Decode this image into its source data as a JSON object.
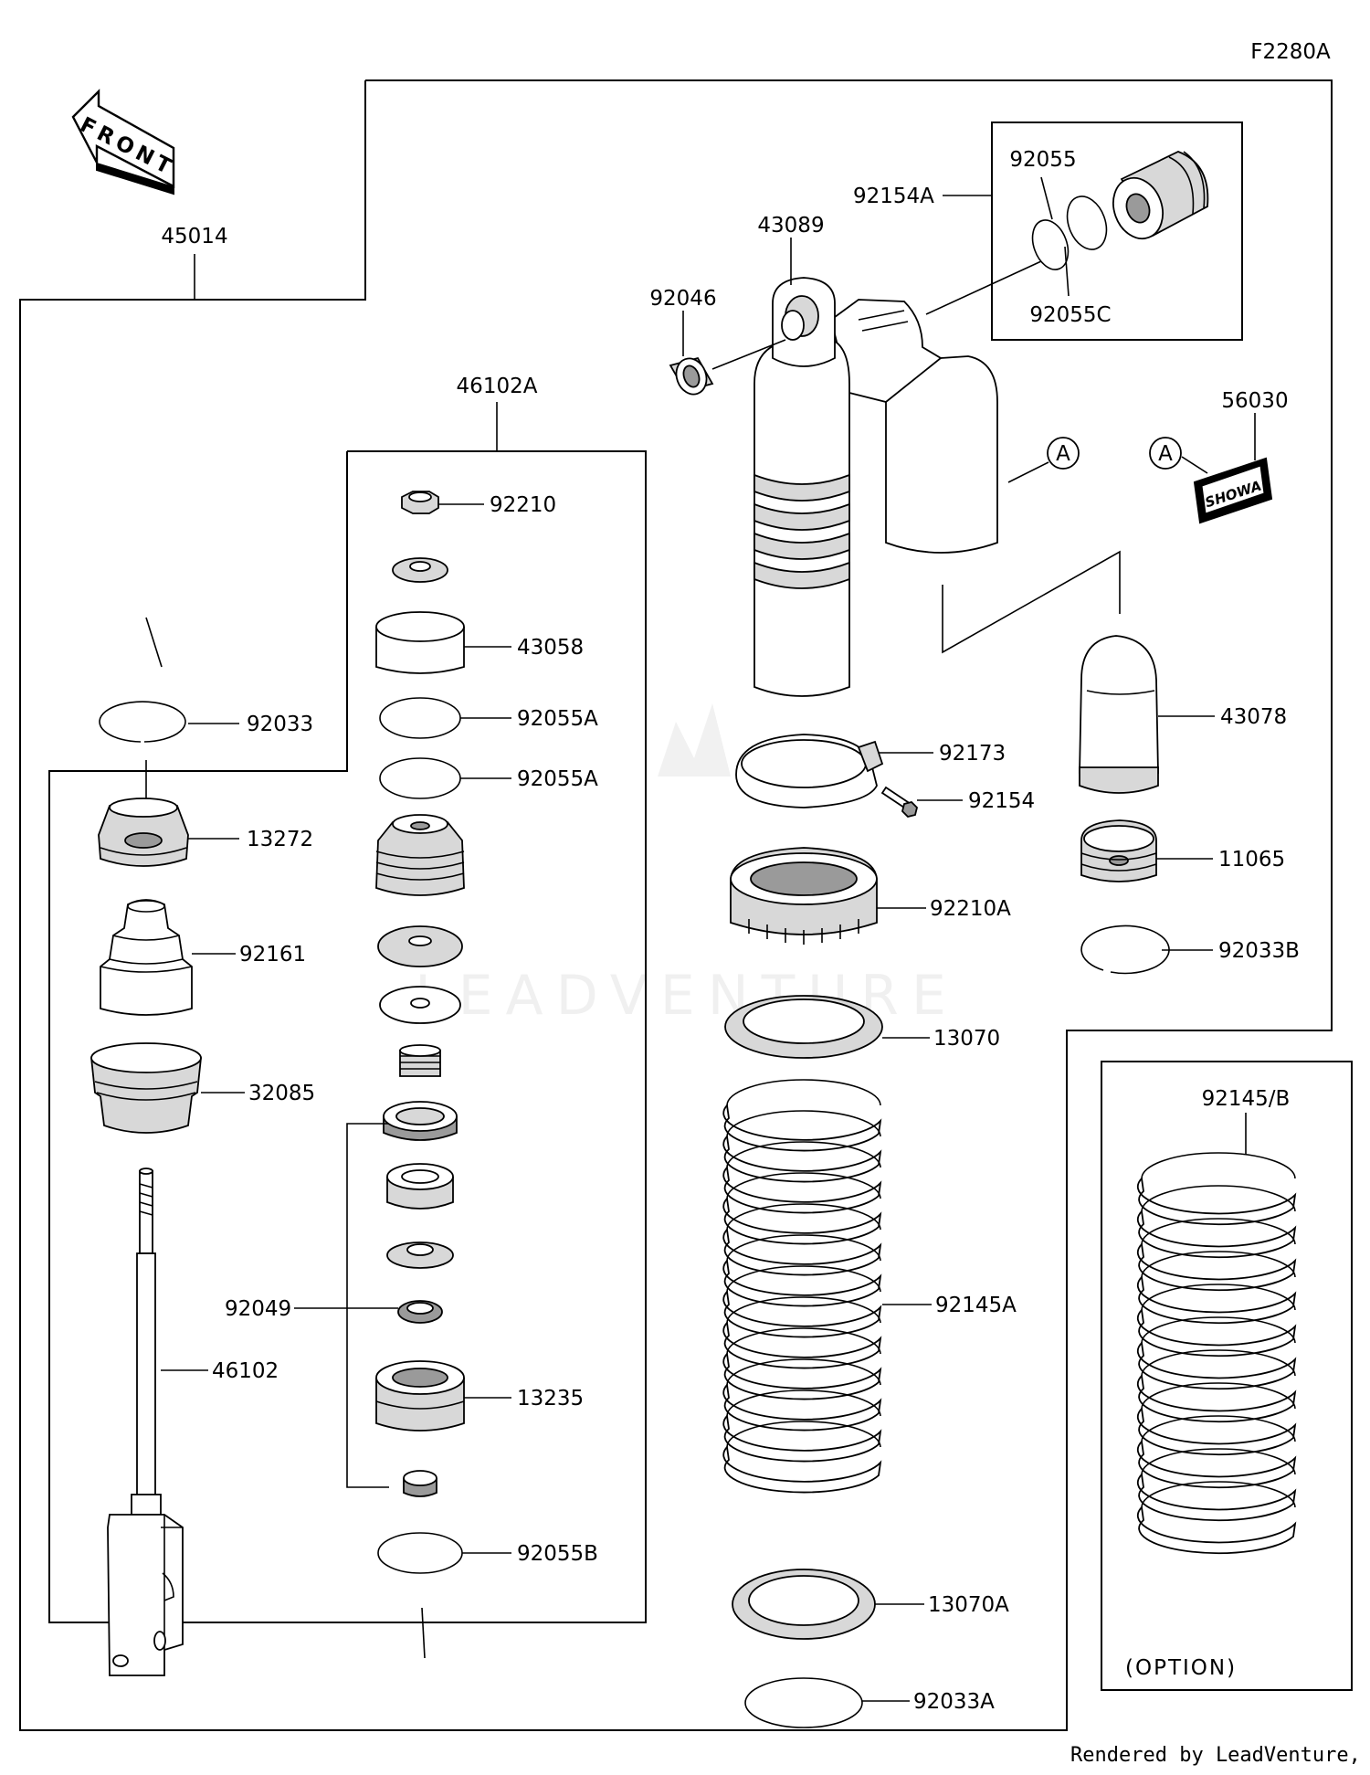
{
  "diagram_code": "F2280A",
  "front_label": "FRONT",
  "footer": "Rendered by LeadVenture, Inc.",
  "watermark": "LEADVENTURE",
  "option_label": "(OPTION)",
  "ref_marker": "A",
  "badge_text": "SHOWA",
  "parts": {
    "p45014": "45014",
    "p46102A": "46102A",
    "p92210": "92210",
    "p43058": "43058",
    "p92033": "92033",
    "p92055A_1": "92055A",
    "p92055A_2": "92055A",
    "p13272": "13272",
    "p92161": "92161",
    "p32085": "32085",
    "p92049": "92049",
    "p46102": "46102",
    "p13235": "13235",
    "p92055B": "92055B",
    "p92154A": "92154A",
    "p92055": "92055",
    "p92055C": "92055C",
    "p43089": "43089",
    "p92046": "92046",
    "p56030": "56030",
    "p43078": "43078",
    "p92173": "92173",
    "p92154": "92154",
    "p11065": "11065",
    "p92210A": "92210A",
    "p92033B": "92033B",
    "p13070": "13070",
    "p92145A": "92145A",
    "p92145B": "92145/B",
    "p13070A": "13070A",
    "p92033A": "92033A"
  }
}
